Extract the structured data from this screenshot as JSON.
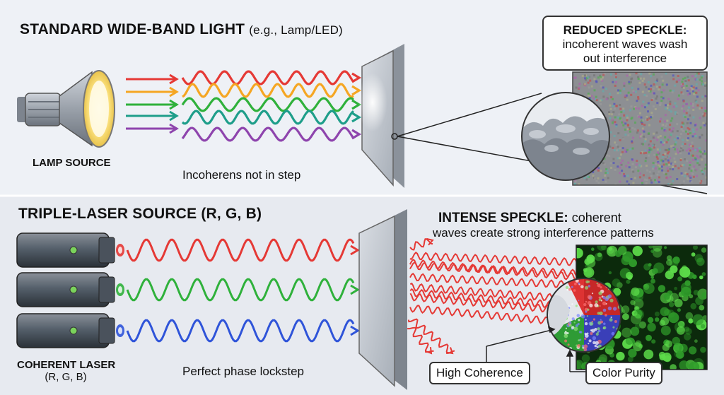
{
  "top": {
    "title": "STANDARD WIDE-BAND LIGHT",
    "title_note": "(e.g., Lamp/LED)",
    "source_label": "LAMP SOURCE",
    "caption": "Incoherens not in step",
    "callout_bold": "REDUCED SPECKLE:",
    "callout_line1": "incoherent waves wash",
    "callout_line2": "out interference"
  },
  "bottom": {
    "title": "TRIPLE-LASER SOURCE (R, G, B)",
    "source_label_line1": "COHERENT LASER",
    "source_label_line2": "(R, G, B)",
    "caption": "Perfect phase lockstep",
    "heading_bold": "INTENSE SPECKLE:",
    "heading_rest": " coherent",
    "heading_line2": "waves create strong interference patterns",
    "tag_coherence": "High Coherence",
    "tag_purity": "Color Purity"
  },
  "colors": {
    "red": "#e53935",
    "orange": "#f5a623",
    "green": "#2fb13b",
    "teal": "#1e9e8a",
    "purple": "#8e44ad",
    "blue": "#2f54d9"
  }
}
